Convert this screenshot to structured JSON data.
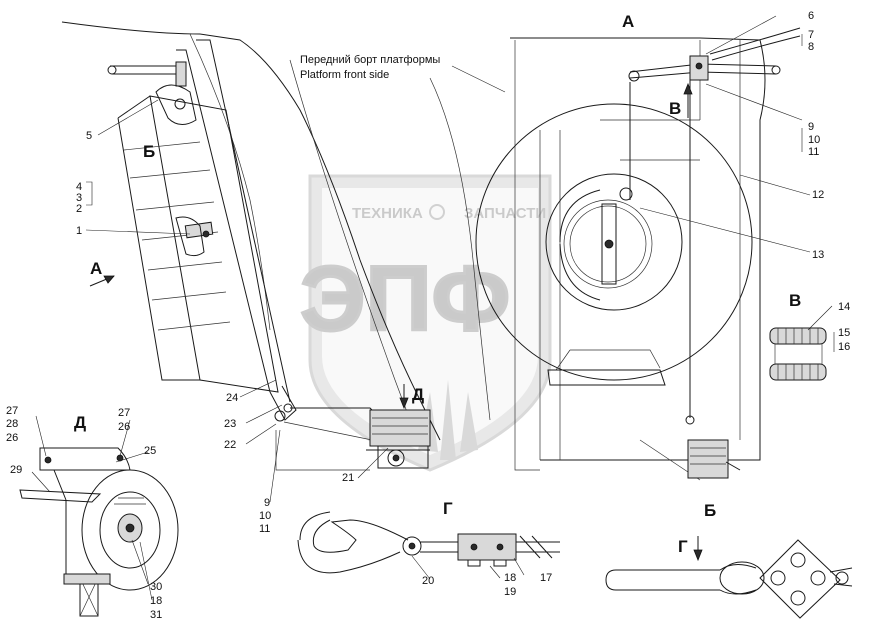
{
  "captions": {
    "front_side_ru": "Передний борт платформы",
    "front_side_en": "Platform front side"
  },
  "views": {
    "A_top": "А",
    "A_arrow": "А",
    "B_cyr": "Б",
    "B_bottom": "Б",
    "V_arrow": "В",
    "V_right": "В",
    "G_bottom": "Г",
    "G_arrow": "Г",
    "D_arrow": "Д",
    "D_left": "Д"
  },
  "watermark": {
    "line1": "ТЕХНИКА",
    "line2": "ЗАПЧАСТИ",
    "logo": "ЭПФ"
  },
  "callouts": {
    "n1": "1",
    "n2": "2",
    "n3": "3",
    "n4": "4",
    "n5": "5",
    "n6": "6",
    "n7": "7",
    "n8": "8",
    "n9": "9",
    "n10": "10",
    "n11": "11",
    "n12": "12",
    "n13": "13",
    "n14": "14",
    "n15": "15",
    "n16": "16",
    "n17": "17",
    "n18": "18",
    "n19": "19",
    "n20": "20",
    "n21": "21",
    "n22": "22",
    "n23": "23",
    "n24": "24",
    "n25": "25",
    "n26a": "26",
    "n26b": "26",
    "n27a": "27",
    "n27b": "27",
    "n28": "28",
    "n29": "29",
    "n30": "30",
    "n18b": "18",
    "n31": "31",
    "n9b": "9",
    "n10b": "10",
    "n11b": "11"
  }
}
